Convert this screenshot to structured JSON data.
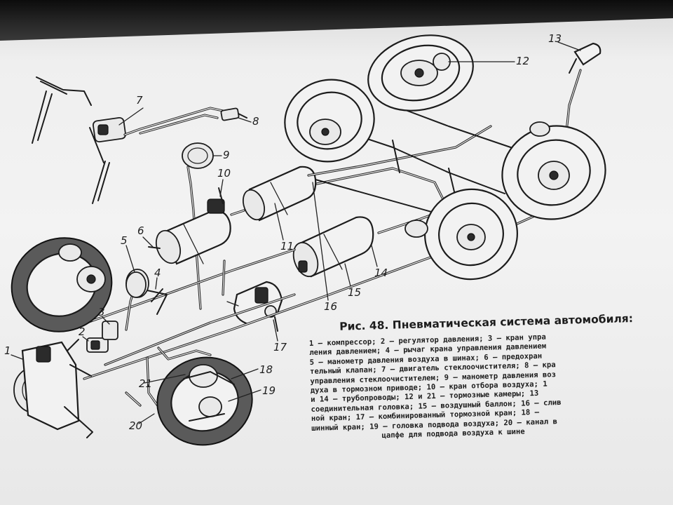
{
  "figure": {
    "caption_title": "Рис. 48. Пневматическая система автомобиля:",
    "legend_lines": [
      "1 — компрессор; 2 — регулятор давления; 3 — кран упра",
      "ления давлением; 4 — рычаг крана управления давлением",
      "5 — манометр давления воздуха в шинах; 6 — предохран",
      "тельный клапан; 7 — двигатель стеклоочистителя; 8 — кра",
      "управления стеклоочистителем; 9 — манометр давления воз",
      "духа в тормозном приводе; 10 — кран отбора воздуха; 1",
      "и 14 — трубопроводы; 12 и 21 — тормозные камеры; 13",
      "соединительная головка; 15 — воздушный баллон; 16 — слив",
      "ной кран; 17 — комбинированный тормозной кран; 18 —",
      "шинный кран; 19 — головка подвода воздуха; 20 — канал в",
      "цапфе для подвода воздуха к шине"
    ],
    "callouts": [
      "1",
      "2",
      "3",
      "4",
      "5",
      "6",
      "7",
      "8",
      "9",
      "10",
      "11",
      "12",
      "13",
      "14",
      "15",
      "16",
      "17",
      "18",
      "19",
      "20",
      "21"
    ]
  }
}
